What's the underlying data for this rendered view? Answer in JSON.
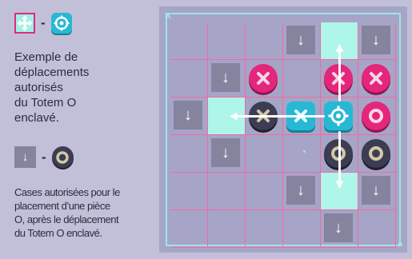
{
  "legend_move": {
    "separator": "-",
    "icon": "move-arrows-icon",
    "token": "totem-o-cyan"
  },
  "para1": {
    "line1": "Exemple de",
    "line2": "déplacements",
    "line3": "autorisés",
    "line4": "du Totem O",
    "line5": "enclavé."
  },
  "legend_place": {
    "arrow": "↓",
    "separator": "-",
    "token": "o-dark-token"
  },
  "para2": {
    "line1": "Cases autorisées pour le",
    "line2": "placement d’une pièce",
    "line3": "O, après le déplacement",
    "line4": "du Totem O enclavé."
  },
  "colors": {
    "pink": "#e4267c",
    "cyan": "#27b8d4",
    "dark": "#3c3d52",
    "mint": "#aef5ea",
    "tile": "#85839e",
    "board": "#a7a5c7",
    "background": "#c2c0d8"
  },
  "board": {
    "rows": 6,
    "cols": 6,
    "mint_cells": [
      [
        0,
        4
      ],
      [
        2,
        1
      ],
      [
        4,
        4
      ]
    ],
    "arrow_tiles": [
      {
        "row": 0,
        "col": 3,
        "glyph": "↓"
      },
      {
        "row": 0,
        "col": 5,
        "glyph": "↓"
      },
      {
        "row": 1,
        "col": 1,
        "glyph": "↓"
      },
      {
        "row": 2,
        "col": 0,
        "glyph": "↓"
      },
      {
        "row": 3,
        "col": 1,
        "glyph": "↓"
      },
      {
        "row": 4,
        "col": 3,
        "glyph": "↓"
      },
      {
        "row": 4,
        "col": 5,
        "glyph": "↓"
      },
      {
        "row": 5,
        "col": 4,
        "glyph": "↓"
      }
    ],
    "tokens": [
      {
        "row": 1,
        "col": 2,
        "kind": "x-pink"
      },
      {
        "row": 1,
        "col": 4,
        "kind": "x-pink"
      },
      {
        "row": 1,
        "col": 5,
        "kind": "x-pink"
      },
      {
        "row": 2,
        "col": 2,
        "kind": "x-dark"
      },
      {
        "row": 2,
        "col": 3,
        "kind": "x-cyan"
      },
      {
        "row": 2,
        "col": 4,
        "kind": "totem-o"
      },
      {
        "row": 2,
        "col": 5,
        "kind": "o-pink"
      },
      {
        "row": 3,
        "col": 4,
        "kind": "o-dark"
      },
      {
        "row": 3,
        "col": 5,
        "kind": "o-dark"
      }
    ],
    "moves": [
      {
        "from": [
          2,
          4
        ],
        "to": [
          0,
          4
        ],
        "direction": "up"
      },
      {
        "from": [
          2,
          4
        ],
        "to": [
          2,
          1
        ],
        "direction": "left"
      },
      {
        "from": [
          2,
          4
        ],
        "to": [
          4,
          4
        ],
        "direction": "down"
      }
    ]
  }
}
